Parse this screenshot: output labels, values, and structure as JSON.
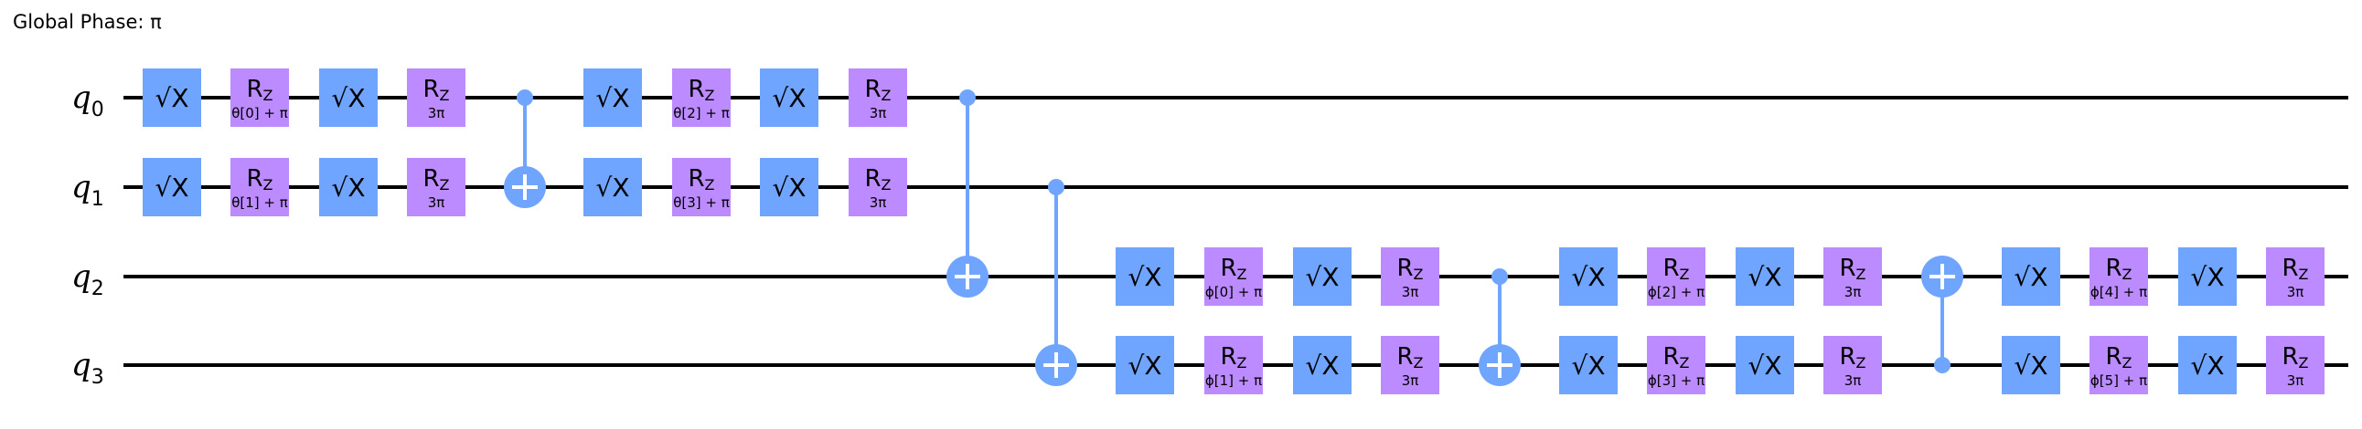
{
  "global_phase": "Global Phase: π",
  "colors": {
    "sx_gate": "#6fa4ff",
    "rz_gate": "#bb8bff",
    "cx": "#6fa4ff",
    "wire": "#000000"
  },
  "qubits": [
    {
      "name": "q",
      "index": "0"
    },
    {
      "name": "q",
      "index": "1"
    },
    {
      "name": "q",
      "index": "2"
    },
    {
      "name": "q",
      "index": "3"
    }
  ],
  "gates": [
    {
      "type": "sx",
      "label": "√X",
      "qubit": 0,
      "col": 0
    },
    {
      "type": "rz",
      "label": "R",
      "sub": "Z",
      "param": "θ[0] + π",
      "qubit": 0,
      "col": 1
    },
    {
      "type": "sx",
      "label": "√X",
      "qubit": 0,
      "col": 2
    },
    {
      "type": "rz",
      "label": "R",
      "sub": "Z",
      "param": "3π",
      "qubit": 0,
      "col": 3
    },
    {
      "type": "sx",
      "label": "√X",
      "qubit": 1,
      "col": 0
    },
    {
      "type": "rz",
      "label": "R",
      "sub": "Z",
      "param": "θ[1] + π",
      "qubit": 1,
      "col": 1
    },
    {
      "type": "sx",
      "label": "√X",
      "qubit": 1,
      "col": 2
    },
    {
      "type": "rz",
      "label": "R",
      "sub": "Z",
      "param": "3π",
      "qubit": 1,
      "col": 3
    },
    {
      "type": "cx",
      "control": 0,
      "target": 1,
      "col": 4
    },
    {
      "type": "sx",
      "label": "√X",
      "qubit": 0,
      "col": 5
    },
    {
      "type": "rz",
      "label": "R",
      "sub": "Z",
      "param": "θ[2] + π",
      "qubit": 0,
      "col": 6
    },
    {
      "type": "sx",
      "label": "√X",
      "qubit": 0,
      "col": 7
    },
    {
      "type": "rz",
      "label": "R",
      "sub": "Z",
      "param": "3π",
      "qubit": 0,
      "col": 8
    },
    {
      "type": "sx",
      "label": "√X",
      "qubit": 1,
      "col": 5
    },
    {
      "type": "rz",
      "label": "R",
      "sub": "Z",
      "param": "θ[3] + π",
      "qubit": 1,
      "col": 6
    },
    {
      "type": "sx",
      "label": "√X",
      "qubit": 1,
      "col": 7
    },
    {
      "type": "rz",
      "label": "R",
      "sub": "Z",
      "param": "3π",
      "qubit": 1,
      "col": 8
    },
    {
      "type": "cx",
      "control": 0,
      "target": 2,
      "col": 9
    },
    {
      "type": "cx",
      "control": 1,
      "target": 3,
      "col": 10
    },
    {
      "type": "sx",
      "label": "√X",
      "qubit": 2,
      "col": 11
    },
    {
      "type": "rz",
      "label": "R",
      "sub": "Z",
      "param": "ϕ[0] + π",
      "qubit": 2,
      "col": 12
    },
    {
      "type": "sx",
      "label": "√X",
      "qubit": 2,
      "col": 13
    },
    {
      "type": "rz",
      "label": "R",
      "sub": "Z",
      "param": "3π",
      "qubit": 2,
      "col": 14
    },
    {
      "type": "sx",
      "label": "√X",
      "qubit": 3,
      "col": 11
    },
    {
      "type": "rz",
      "label": "R",
      "sub": "Z",
      "param": "ϕ[1] + π",
      "qubit": 3,
      "col": 12
    },
    {
      "type": "sx",
      "label": "√X",
      "qubit": 3,
      "col": 13
    },
    {
      "type": "rz",
      "label": "R",
      "sub": "Z",
      "param": "3π",
      "qubit": 3,
      "col": 14
    },
    {
      "type": "cx",
      "control": 2,
      "target": 3,
      "col": 15
    },
    {
      "type": "sx",
      "label": "√X",
      "qubit": 2,
      "col": 16
    },
    {
      "type": "rz",
      "label": "R",
      "sub": "Z",
      "param": "ϕ[2] + π",
      "qubit": 2,
      "col": 17
    },
    {
      "type": "sx",
      "label": "√X",
      "qubit": 2,
      "col": 18
    },
    {
      "type": "rz",
      "label": "R",
      "sub": "Z",
      "param": "3π",
      "qubit": 2,
      "col": 19
    },
    {
      "type": "sx",
      "label": "√X",
      "qubit": 3,
      "col": 16
    },
    {
      "type": "rz",
      "label": "R",
      "sub": "Z",
      "param": "ϕ[3] + π",
      "qubit": 3,
      "col": 17
    },
    {
      "type": "sx",
      "label": "√X",
      "qubit": 3,
      "col": 18
    },
    {
      "type": "rz",
      "label": "R",
      "sub": "Z",
      "param": "3π",
      "qubit": 3,
      "col": 19
    },
    {
      "type": "cx",
      "control": 3,
      "target": 2,
      "col": 20
    },
    {
      "type": "sx",
      "label": "√X",
      "qubit": 2,
      "col": 21
    },
    {
      "type": "rz",
      "label": "R",
      "sub": "Z",
      "param": "ϕ[4] + π",
      "qubit": 2,
      "col": 22
    },
    {
      "type": "sx",
      "label": "√X",
      "qubit": 2,
      "col": 23
    },
    {
      "type": "rz",
      "label": "R",
      "sub": "Z",
      "param": "3π",
      "qubit": 2,
      "col": 24
    },
    {
      "type": "sx",
      "label": "√X",
      "qubit": 3,
      "col": 21
    },
    {
      "type": "rz",
      "label": "R",
      "sub": "Z",
      "param": "ϕ[5] + π",
      "qubit": 3,
      "col": 22
    },
    {
      "type": "sx",
      "label": "√X",
      "qubit": 3,
      "col": 23
    },
    {
      "type": "rz",
      "label": "R",
      "sub": "Z",
      "param": "3π",
      "qubit": 3,
      "col": 24
    }
  ]
}
